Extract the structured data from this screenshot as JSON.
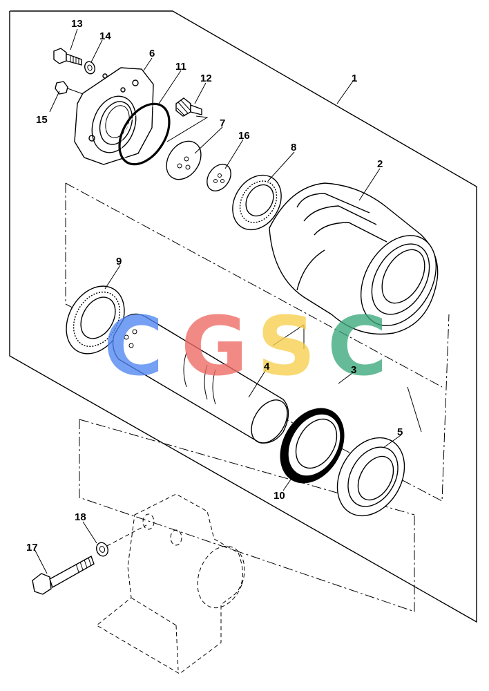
{
  "callouts": [
    "1",
    "2",
    "3",
    "4",
    "5",
    "6",
    "7",
    "8",
    "9",
    "10",
    "11",
    "12",
    "13",
    "14",
    "15",
    "16",
    "17",
    "18"
  ],
  "watermark": {
    "letters": [
      "C",
      "G",
      "S",
      "C"
    ],
    "colors": [
      "#4f86f2",
      "#ee6a63",
      "#f8cf4c",
      "#3aa87a"
    ]
  },
  "line_color": "#000000",
  "background": "#ffffff"
}
